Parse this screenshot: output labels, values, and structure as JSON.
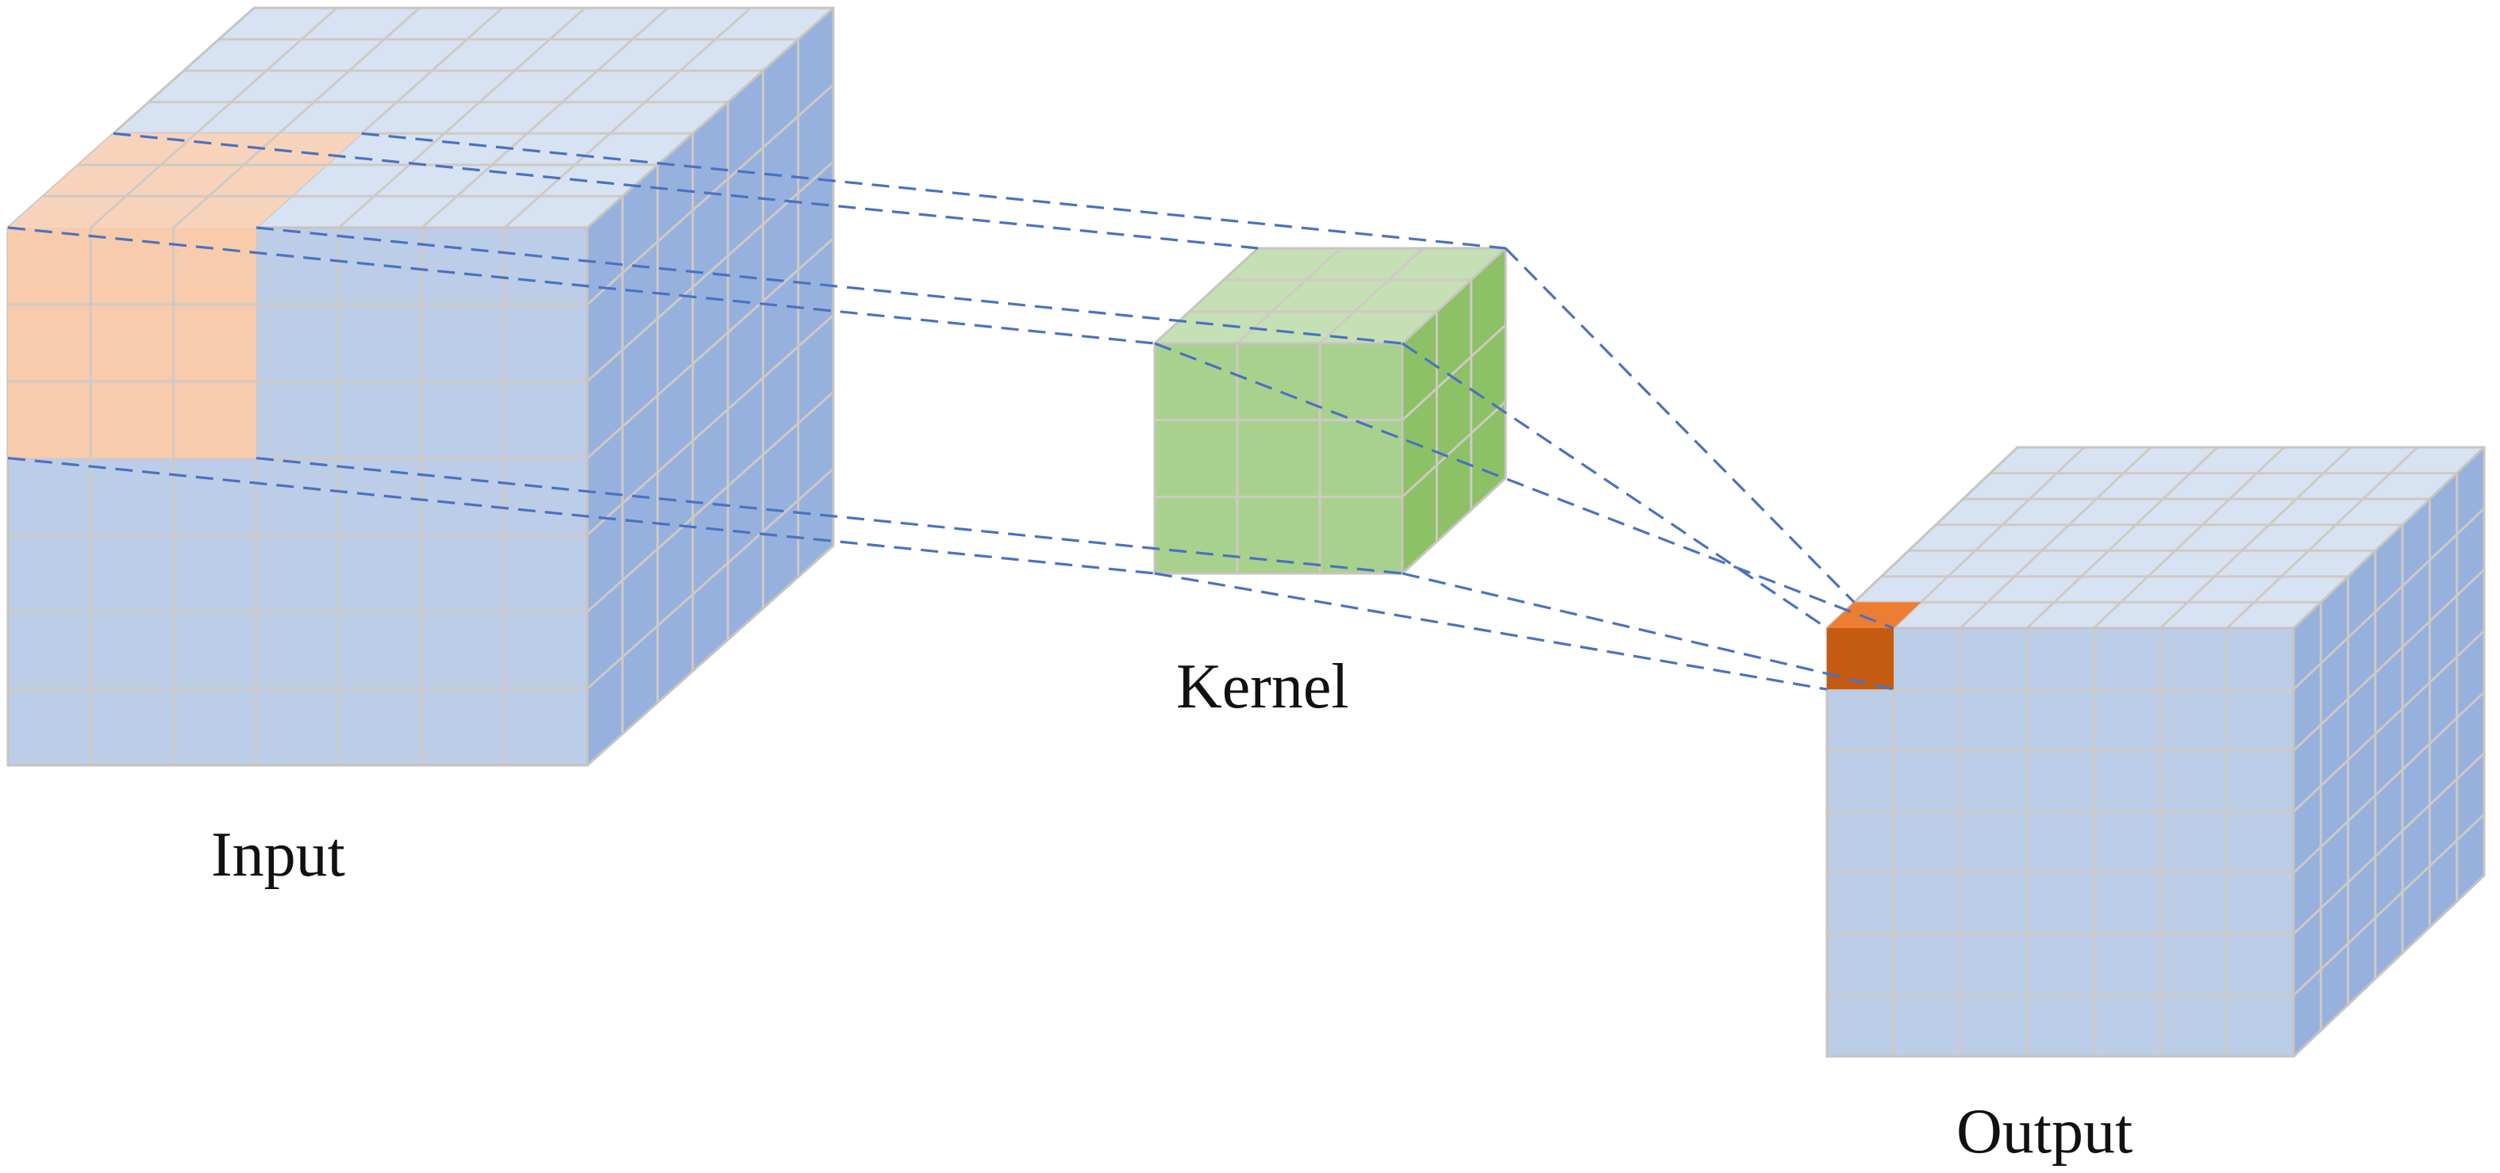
{
  "labels": {
    "input": "Input",
    "kernel": "Kernel",
    "output": "Output"
  },
  "colors": {
    "front_face": "#bccde8",
    "top_face": "#d7e2f2",
    "side_face": "#96b1de",
    "grid_line": "#cfc9c4",
    "receptive_front": "#f8cbad",
    "receptive_top": "#f8d3bc",
    "kernel_front": "#a9d18e",
    "kernel_top": "#c5e0b4",
    "kernel_side": "#8cc166",
    "output_cell_front": "#c55a11",
    "output_cell_top": "#ed7d31",
    "connector": "#4a72c0"
  }
}
